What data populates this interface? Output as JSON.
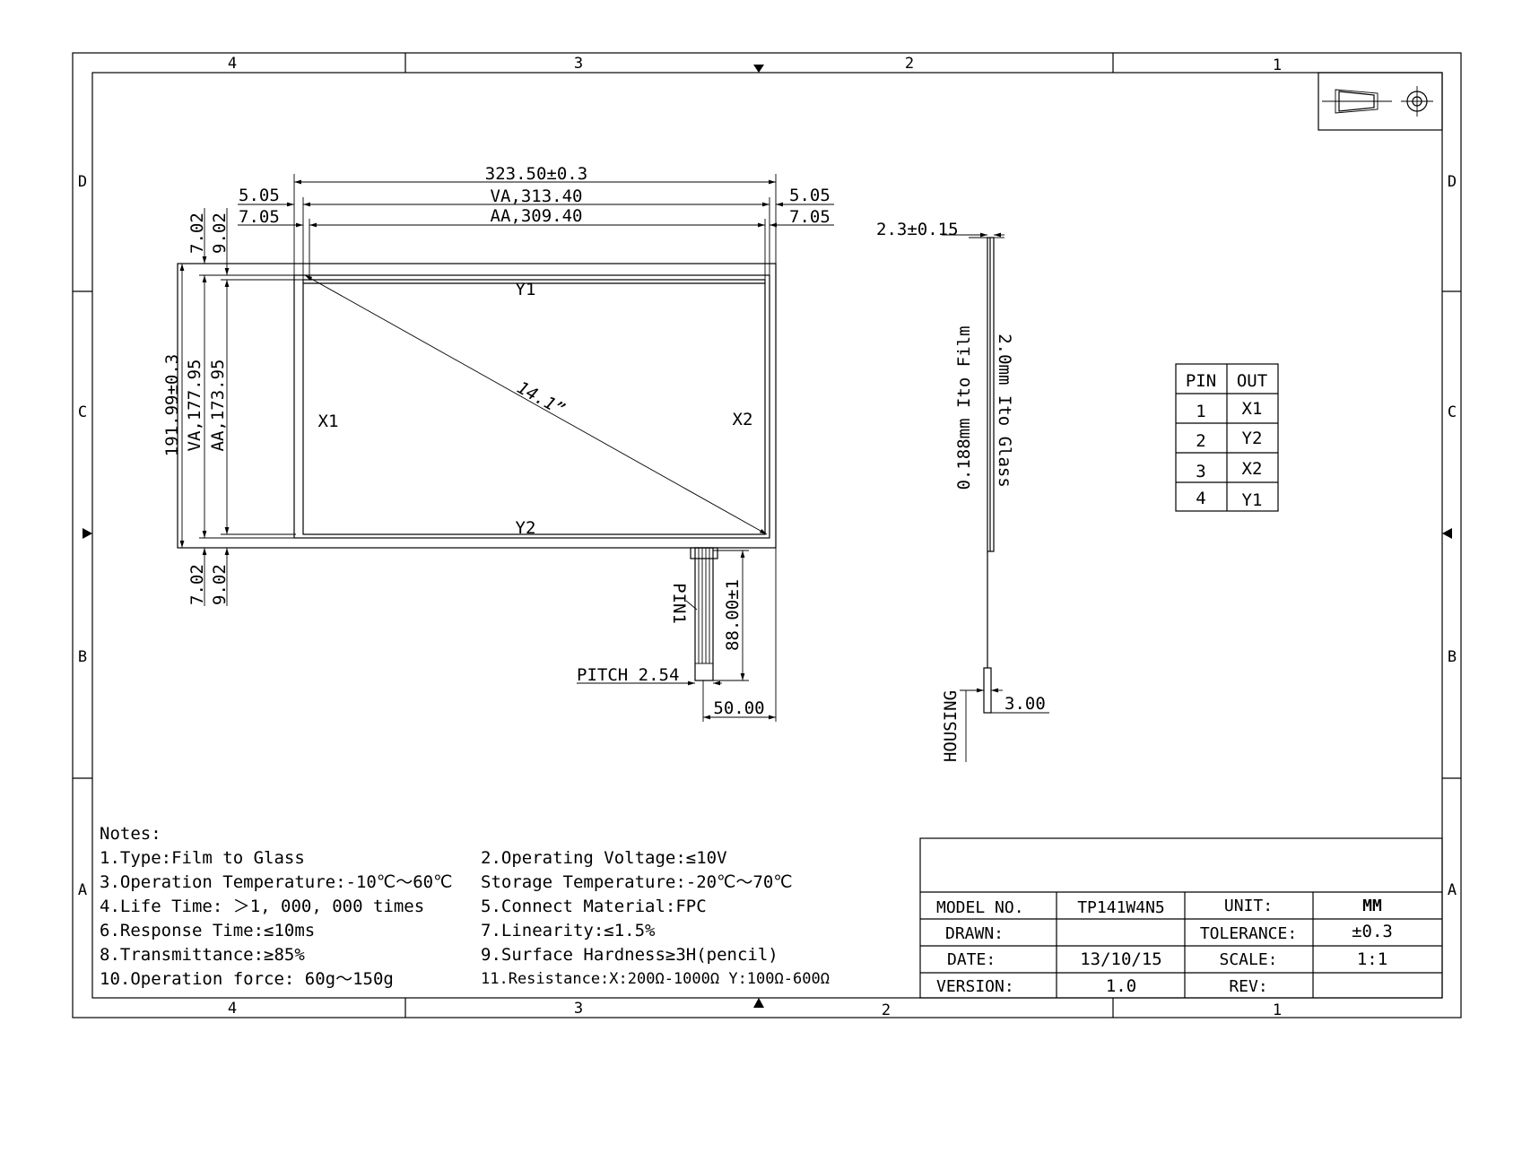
{
  "frame": {
    "top_zones": [
      "4",
      "3",
      "2",
      "1"
    ],
    "bottom_zones": [
      "4",
      "3",
      "2",
      "1"
    ],
    "left_zones": [
      "D",
      "C",
      "B",
      "A"
    ],
    "right_zones": [
      "D",
      "C",
      "B",
      "A"
    ]
  },
  "dimensions": {
    "overall_width": "323.50±0.3",
    "va_width": "VA,313.40",
    "aa_width": "AA,309.40",
    "left_outer": "5.05",
    "left_inner": "7.05",
    "right_outer": "5.05",
    "right_inner": "7.05",
    "top_outer": "7.02",
    "top_inner": "9.02",
    "bottom_outer": "7.02",
    "bottom_inner": "9.02",
    "overall_height": "191.99±0.3",
    "va_height": "VA,177.95",
    "aa_height": "AA,173.95",
    "diagonal": "14.1”",
    "tail_length": "88.00±1",
    "tail_offset": "50.00",
    "pitch": "PITCH 2.54",
    "pin1": "PIN1"
  },
  "electrodes": {
    "y1": "Y1",
    "y2": "Y2",
    "x1": "X1",
    "x2": "X2"
  },
  "side_view": {
    "thickness": "2.3±0.15",
    "film": "0.188mm Ito Film",
    "glass": "2.0mm Ito Glass",
    "housing": "HOUSING",
    "housing_dim": "3.00"
  },
  "pin_table": {
    "headers": [
      "PIN",
      "OUT"
    ],
    "rows": [
      [
        "1",
        "X1"
      ],
      [
        "2",
        "Y2"
      ],
      [
        "3",
        "X2"
      ],
      [
        "4",
        "Y1"
      ]
    ]
  },
  "notes": {
    "heading": "Notes:",
    "left": [
      "1.Type:Film to Glass",
      "3.Operation Temperature:-10℃～60℃",
      "4.Life Time: ＞1, 000, 000 times",
      "6.Response Time:≤10ms",
      "8.Transmittance:≥85%",
      "10.Operation force: 60g～150g"
    ],
    "right": [
      "2.Operating Voltage:≤10V",
      "Storage Temperature:-20℃～70℃",
      "5.Connect Material:FPC",
      "7.Linearity:≤1.5%",
      "9.Surface Hardness≥3H(pencil)",
      "11.Resistance:X:200Ω-1000Ω  Y:100Ω-600Ω"
    ]
  },
  "title_block": {
    "model_label": "MODEL NO.",
    "model_value": "TP141W4N5",
    "unit_label": "UNIT:",
    "unit_value": "MM",
    "drawn_label": "DRAWN:",
    "drawn_value": "",
    "tolerance_label": "TOLERANCE:",
    "tolerance_value": "±0.3",
    "date_label": "DATE:",
    "date_value": "13/10/15",
    "scale_label": "SCALE:",
    "scale_value": "1:1",
    "version_label": "VERSION:",
    "version_value": "1.0",
    "rev_label": "REV:",
    "rev_value": ""
  }
}
